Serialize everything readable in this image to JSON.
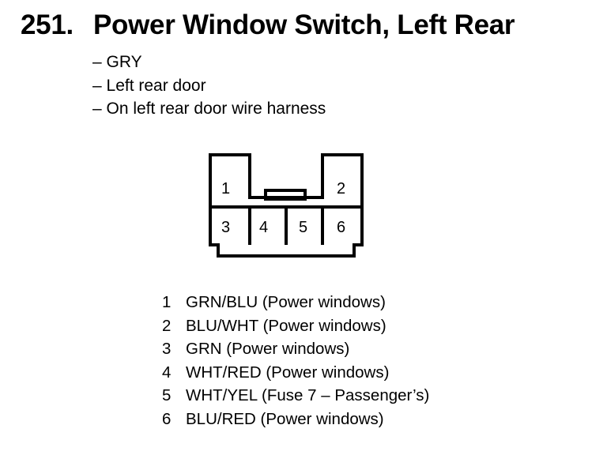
{
  "header": {
    "number": "251.",
    "title": "Power Window Switch, Left Rear"
  },
  "details": [
    "– GRY",
    "– Left rear door",
    "– On left rear door wire harness"
  ],
  "connector": {
    "terminals": [
      "1",
      "2",
      "3",
      "4",
      "5",
      "6"
    ]
  },
  "pins": [
    {
      "num": "1",
      "desc": "GRN/BLU (Power windows)"
    },
    {
      "num": "2",
      "desc": "BLU/WHT (Power windows)"
    },
    {
      "num": "3",
      "desc": "GRN (Power windows)"
    },
    {
      "num": "4",
      "desc": "WHT/RED (Power windows)"
    },
    {
      "num": "5",
      "desc": "WHT/YEL (Fuse 7 – Passenger’s)"
    },
    {
      "num": "6",
      "desc": "BLU/RED (Power windows)"
    }
  ]
}
